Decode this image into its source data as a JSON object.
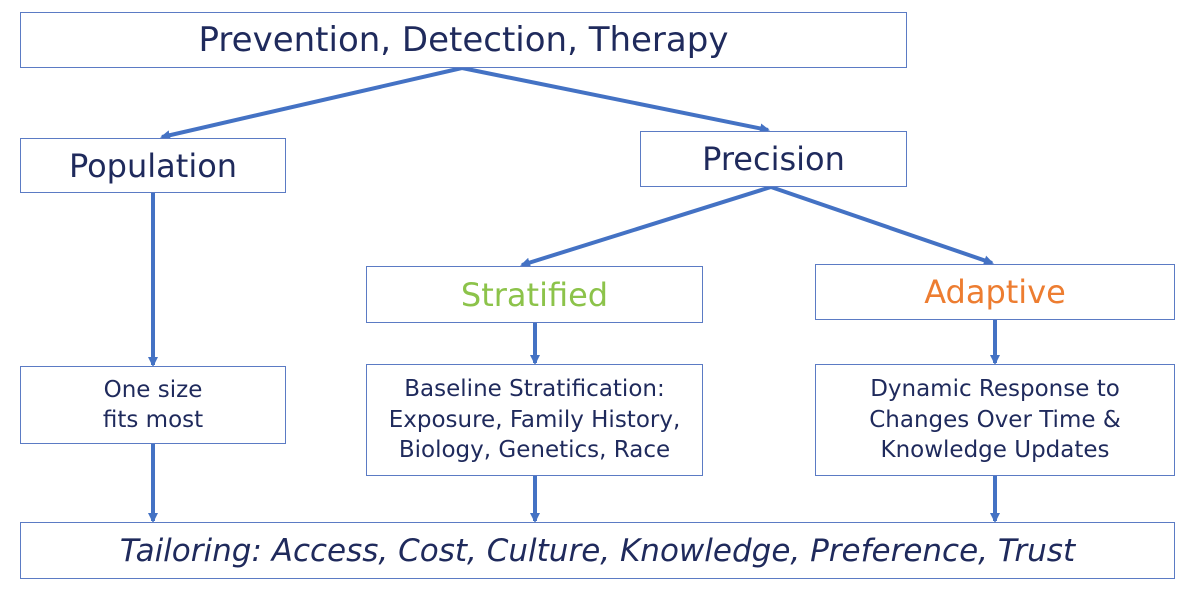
{
  "colors": {
    "arrow": "#4472c4",
    "border": "#5b7bc4",
    "text": "#1f2a5c",
    "stratified": "#8cc34a",
    "adaptive": "#ed7d31"
  },
  "nodes": {
    "top": "Prevention, Detection, Therapy",
    "population": "Population",
    "precision": "Precision",
    "stratified": "Stratified",
    "adaptive": "Adaptive",
    "one_size": "One size\nfits most",
    "baseline": "Baseline Stratification:\nExposure, Family History,\nBiology, Genetics, Race",
    "dynamic": "Dynamic Response to\nChanges Over Time &\nKnowledge Updates",
    "tailoring": "Tailoring: Access, Cost, Culture, Knowledge, Preference, Trust"
  },
  "edges": [
    {
      "from": "top",
      "to": "population"
    },
    {
      "from": "top",
      "to": "precision"
    },
    {
      "from": "precision",
      "to": "stratified"
    },
    {
      "from": "precision",
      "to": "adaptive"
    },
    {
      "from": "population",
      "to": "one_size"
    },
    {
      "from": "stratified",
      "to": "baseline"
    },
    {
      "from": "adaptive",
      "to": "dynamic"
    },
    {
      "from": "one_size",
      "to": "tailoring"
    },
    {
      "from": "baseline",
      "to": "tailoring"
    },
    {
      "from": "dynamic",
      "to": "tailoring"
    }
  ]
}
